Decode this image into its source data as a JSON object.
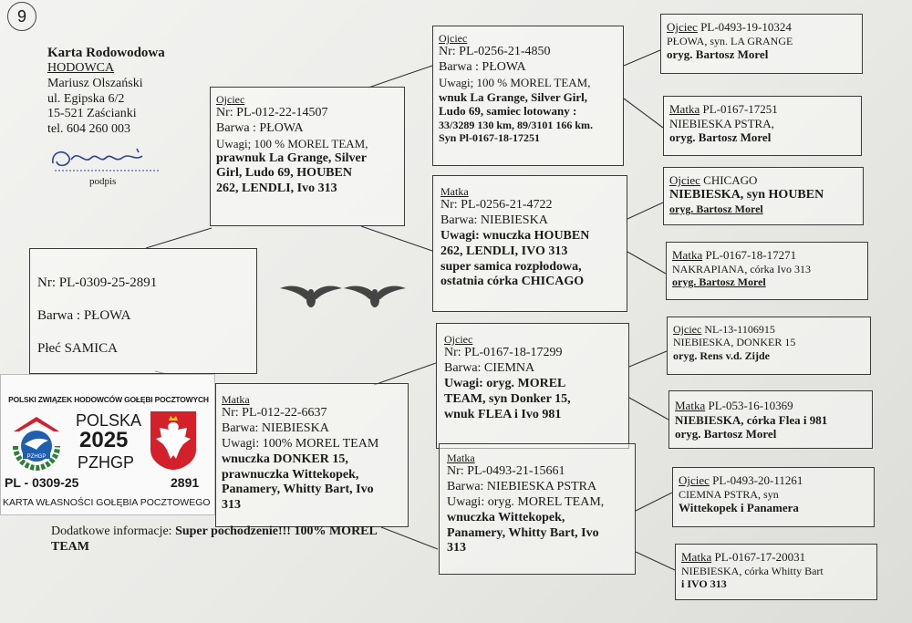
{
  "page_number": "9",
  "header": {
    "title": "Karta Rodowodowa",
    "breeder_label": "HODOWCA",
    "breeder_name": "Mariusz Olszański",
    "street": "ul. Egipska 6/2",
    "city": "15-521 Zaścianki",
    "phone": "tel. 604 260 003",
    "signature_label": "podpis"
  },
  "bird": {
    "ring": "Nr: PL-0309-25-2891",
    "color": "Barwa : PŁOWA",
    "sex": "Płeć  SAMICA"
  },
  "father": {
    "label": "Ojciec",
    "ring": "Nr: PL-012-22-14507",
    "color": "Barwa : PŁOWA",
    "notes": [
      "Uwagi; 100 % MOREL TEAM,",
      "prawnuk La Grange, Silver",
      "Girl, Ludo 69, HOUBEN",
      "262, LENDLI, Ivo 313"
    ]
  },
  "mother": {
    "label": "Matka",
    "ring": "Nr: PL-012-22-6637",
    "color": "Barwa: NIEBIESKA",
    "notes": [
      "Uwagi: 100% MOREL TEAM",
      "wnuczka DONKER 15,",
      "prawnuczka Wittekopek,",
      "Panamery, Whitty Bart, Ivo",
      "313"
    ]
  },
  "ff": {
    "label": "Ojciec",
    "ring": "Nr: PL-0256-21-4850",
    "color": "Barwa : PŁOWA",
    "notes": [
      "Uwagi; 100 % MOREL TEAM,",
      "wnuk La Grange, Silver Girl,",
      "Ludo 69, samiec lotowany :",
      "33/3289 130 km, 89/3101 166 km.",
      "Syn Pl-0167-18-17251"
    ]
  },
  "fm": {
    "label": "Matka",
    "ring": "Nr: PL-0256-21-4722",
    "color": "Barwa: NIEBIESKA",
    "notes": [
      "Uwagi: wnuczka HOUBEN",
      "262, LENDLI, IVO 313",
      "super samica rozpłodowa,",
      "ostatnia córka CHICAGO"
    ]
  },
  "mf": {
    "label": "Ojciec",
    "ring": "Nr: PL-0167-18-17299",
    "color": "Barwa: CIEMNA",
    "notes": [
      "Uwagi: oryg. MOREL",
      "TEAM, syn Donker 15,",
      "wnuk FLEA i Ivo 981"
    ]
  },
  "mm": {
    "label": "Matka",
    "ring": "Nr: PL-0493-21-15661",
    "color": "Barwa: NIEBIESKA PSTRA",
    "notes": [
      "Uwagi: oryg. MOREL TEAM,",
      "wnuczka Wittekopek,",
      "Panamery, Whitty Bart, Ivo",
      "313"
    ]
  },
  "ggp": [
    {
      "label": "Ojciec",
      "ring": "PL-0493-19-10324",
      "line1": "PŁOWA,  syn. LA GRANGE",
      "line2": "oryg. Bartosz Morel"
    },
    {
      "label": "Matka",
      "ring": "PL-0167-17251",
      "line1": "NIEBIESKA PSTRA,",
      "line2": "oryg. Bartosz Morel"
    },
    {
      "label": "Ojciec",
      "ring": "CHICAGO",
      "line1": "NIEBIESKA, syn HOUBEN",
      "line2": "oryg. Bartosz Morel"
    },
    {
      "label": "Matka",
      "ring": "PL-0167-18-17271",
      "line1": "NAKRAPIANA,  córka Ivo 313",
      "line2": "oryg. Bartosz Morel"
    },
    {
      "label": "Ojciec",
      "ring": "NL-13-1106915",
      "line1": "NIEBIESKA,  DONKER 15",
      "line2": "oryg. Rens v.d. Zijde"
    },
    {
      "label": "Matka",
      "ring": "PL-053-16-10369",
      "line1": "NIEBIESKA,  córka Flea i 981",
      "line2": "oryg. Bartosz Morel"
    },
    {
      "label": "Ojciec",
      "ring": "PL-0493-20-11261",
      "line1": "CIEMNA PSTRA,  syn",
      "line2": "Wittekopek i Panamera"
    },
    {
      "label": "Matka",
      "ring": "PL-0167-17-20031",
      "line1": "NIEBIESKA,  córka  Whitty Bart",
      "line2": "i IVO 313"
    }
  ],
  "stamp": {
    "org": "POLSKI ZWIĄZEK HODOWCÓW GOŁĘBI POCZTOWYCH",
    "country": "POLSKA",
    "year": "2025",
    "abbr": "PZHGP",
    "ring": "PL - 0309-25",
    "number": "2891",
    "footer": "KARTA  WŁASNOŚCI GOŁĘBIA POCZTOWEGO"
  },
  "extra": {
    "label": "Dodatkowe informacje:",
    "text": "Super pochodzenie!!! 100% MOREL",
    "text2": "TEAM"
  },
  "colors": {
    "ink": "#1a1a1a",
    "stamp_green": "#2f7d3a",
    "stamp_red": "#d4202a",
    "signature_blue": "#2b3f9e"
  }
}
